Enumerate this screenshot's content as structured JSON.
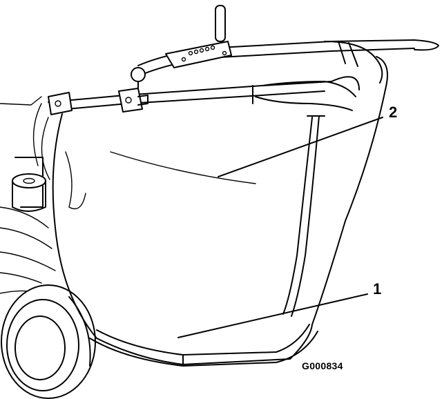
{
  "callouts": [
    {
      "label": "1"
    },
    {
      "label": "2"
    }
  ],
  "figure_id": "G000834",
  "colors": {
    "line": "#000000",
    "background": "#ffffff"
  }
}
